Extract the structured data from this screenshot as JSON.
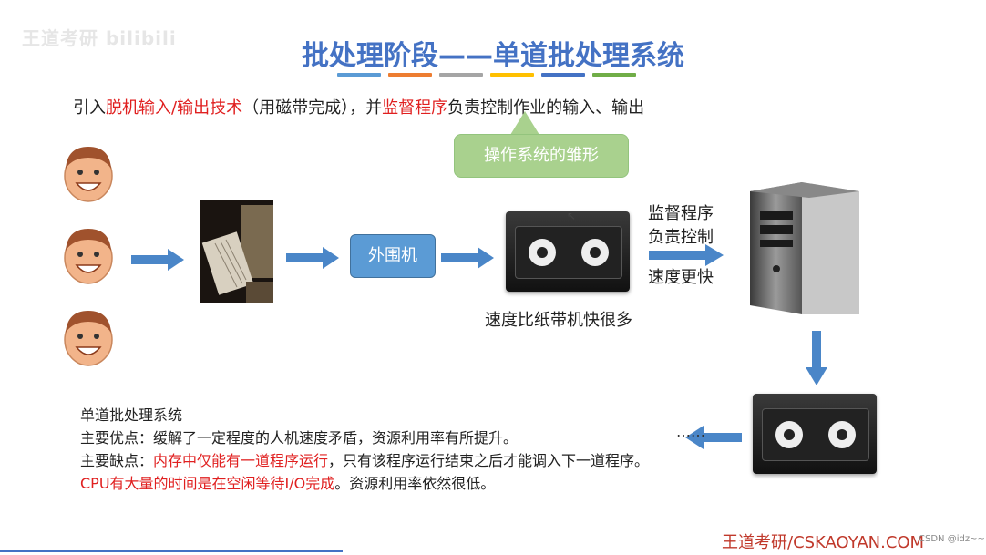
{
  "watermark": "王道考研 bilibili",
  "title": "批处理阶段——单道批处理系统",
  "title_bar_colors": [
    "#5b9bd5",
    "#ed7d31",
    "#a5a5a5",
    "#ffc000",
    "#4472c4",
    "#70ad47"
  ],
  "intro": {
    "p1": "引入",
    "red1": "脱机输入/输出技术",
    "p2": "（用磁带完成），并",
    "red2": "监督程序",
    "p3": "负责控制作业的输入、输出"
  },
  "callout": "操作系统的雏形",
  "peripheral_label": "外围机",
  "tape_caption": "速度比纸带机快很多",
  "server_label": {
    "line1": "监督程序",
    "line2": "负责控制",
    "line3": "速度更快"
  },
  "summary": {
    "heading": "单道批处理系统",
    "advantage_prefix": "主要优点：",
    "advantage": "缓解了一定程度的人机速度矛盾，资源利用率有所提升。",
    "disadvantage_prefix": "主要缺点：",
    "dis_red1": "内存中仅能有一道程序运行",
    "dis_p1": "，只有该程序运行结束之后才能调入下一道程序。",
    "dis_red2": "CPU有大量的时间是在空闲等待I/O完成",
    "dis_p2": "。资源利用率依然很低。"
  },
  "ellipsis": "……",
  "footer": "王道考研/CSKAOYAN.COM",
  "footer_small": "CSDN @idz~~",
  "colors": {
    "title": "#4472c4",
    "arrow": "#4a86c8",
    "red_text": "#e02020",
    "callout": "#a9d18e",
    "peripheral_box": "#5b9bd5"
  },
  "icons": [
    "face-icon",
    "arrow-right-icon",
    "arrow-down-icon",
    "arrow-left-icon",
    "tape-drive-icon",
    "server-tower-icon",
    "punch-card-machine-image"
  ]
}
